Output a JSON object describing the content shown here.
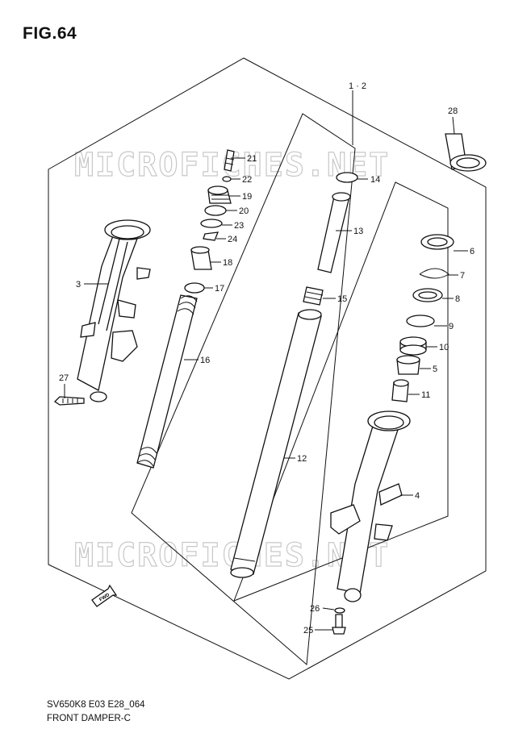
{
  "figure": {
    "title": "FIG.64",
    "model_code": "SV650K8 E03 E28_064",
    "name": "FRONT DAMPER-C"
  },
  "watermark": {
    "text_top": "MICROFICHES.NET",
    "text_bottom": "MICROFICHES.NET"
  },
  "direction_arrow": {
    "label": "FWD"
  },
  "callouts": {
    "c1": "1",
    "c2": "2",
    "c3": "3",
    "c4": "4",
    "c5": "5",
    "c6": "6",
    "c7": "7",
    "c8": "8",
    "c9": "9",
    "c10": "10",
    "c11": "11",
    "c12": "12",
    "c13": "13",
    "c14": "14",
    "c15": "15",
    "c16": "16",
    "c17": "17",
    "c18": "18",
    "c19": "19",
    "c20": "20",
    "c21": "21",
    "c22": "22",
    "c23": "23",
    "c24": "24",
    "c25": "25",
    "c26": "26",
    "c27": "27",
    "c28": "28"
  },
  "label_1_2": "1 · 2",
  "colors": {
    "line": "#111111",
    "watermark": "#c8c8c8",
    "background": "#ffffff"
  }
}
